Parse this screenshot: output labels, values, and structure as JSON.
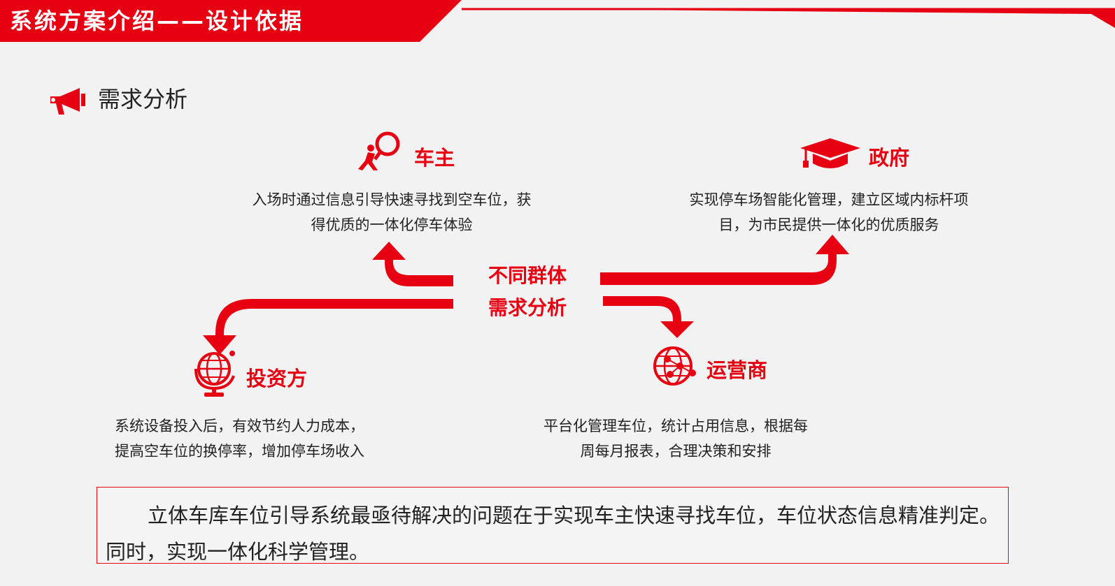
{
  "header": {
    "title": "系统方案介绍——设计依据",
    "accent_color": "#e60012"
  },
  "section": {
    "icon": "megaphone-icon",
    "title": "需求分析"
  },
  "center": {
    "line1": "不同群体",
    "line2": "需求分析"
  },
  "groups": [
    {
      "id": "car-owner",
      "icon": "magnifier-runner-icon",
      "title": "车主",
      "desc_lines": [
        "入场时通过信息引导快速寻找到空车位，获",
        "得优质的一体化停车体验"
      ]
    },
    {
      "id": "government",
      "icon": "graduation-cap-icon",
      "title": "政府",
      "desc_lines": [
        "实现停车场智能化管理，建立区域内标杆项",
        "目，为市民提供一体化的优质服务"
      ]
    },
    {
      "id": "investor",
      "icon": "globe-icon",
      "title": "投资方",
      "desc_lines": [
        "系统设备投入后，有效节约人力成本，",
        "提高空车位的换停率，增加停车场收入"
      ]
    },
    {
      "id": "operator",
      "icon": "network-globe-icon",
      "title": "运营商",
      "desc_lines": [
        "平台化管理车位，统计占用信息，根据每",
        "周每月报表，合理决策和安排"
      ]
    }
  ],
  "conclusion": {
    "text": "立体车库车位引导系统最亟待解决的问题在于实现车主快速寻找车位，车位状态信息精准判定。同时，实现一体化科学管理。"
  }
}
